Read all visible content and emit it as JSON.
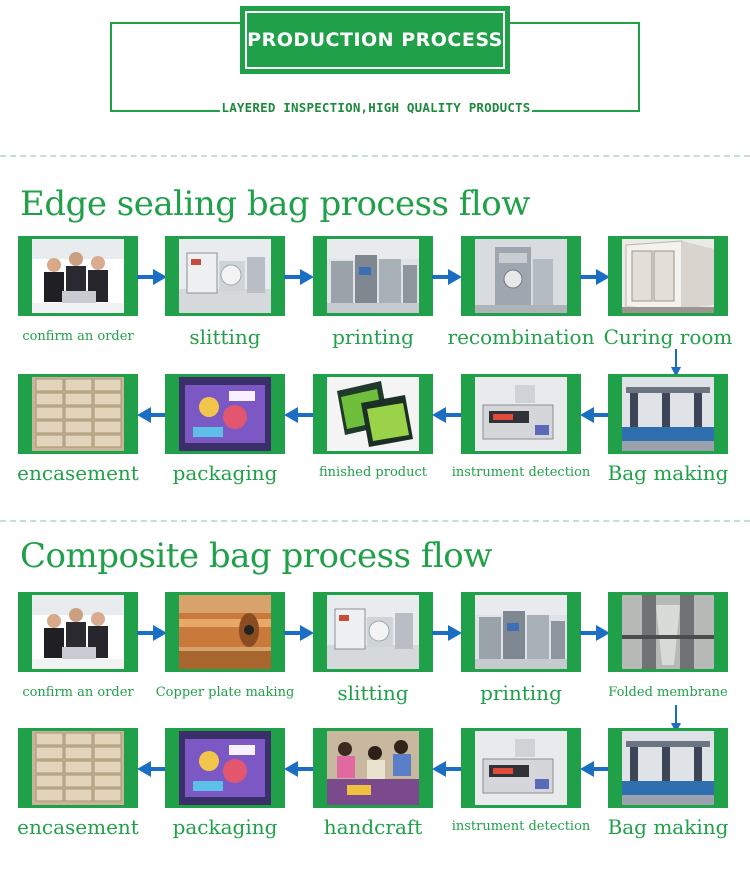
{
  "header": {
    "title": "PRODUCTION PROCESS",
    "subtitle": "LAYERED INSPECTION,HIGH QUALITY PRODUCTS"
  },
  "colors": {
    "brand_green": "#21a04a",
    "arrow_blue": "#1a6fc4",
    "dash": "#bfe3cf"
  },
  "sections": [
    {
      "title": "Edge sealing bag process flow",
      "row1": [
        {
          "label": "confirm an order",
          "image": "office-team-photo"
        },
        {
          "label": "slitting",
          "image": "slitting-machine-photo"
        },
        {
          "label": "printing",
          "image": "printing-machine-photo"
        },
        {
          "label": "recombination",
          "image": "laminating-machine-photo"
        },
        {
          "label": "Curing room",
          "image": "curing-room-photo"
        }
      ],
      "row2": [
        {
          "label": "encasement",
          "image": "stacked-cartons-photo"
        },
        {
          "label": "packaging",
          "image": "packaged-bags-photo"
        },
        {
          "label": "finished product",
          "image": "finished-bags-photo"
        },
        {
          "label": "instrument detection",
          "image": "testing-instrument-photo"
        },
        {
          "label": "Bag making",
          "image": "bag-making-machine-photo"
        }
      ]
    },
    {
      "title": "Composite bag process flow",
      "row1": [
        {
          "label": "confirm an order",
          "image": "office-team-photo"
        },
        {
          "label": "Copper plate making",
          "image": "copper-cylinder-photo"
        },
        {
          "label": "slitting",
          "image": "slitting-machine-photo"
        },
        {
          "label": "printing",
          "image": "printing-machine-photo"
        },
        {
          "label": "Folded membrane",
          "image": "folding-machine-photo"
        }
      ],
      "row2": [
        {
          "label": "encasement",
          "image": "stacked-cartons-photo"
        },
        {
          "label": "packaging",
          "image": "packaged-bags-photo"
        },
        {
          "label": "handcraft",
          "image": "workers-handcraft-photo"
        },
        {
          "label": "instrument detection",
          "image": "testing-instrument-photo"
        },
        {
          "label": "Bag making",
          "image": "bag-making-machine-photo"
        }
      ]
    }
  ]
}
